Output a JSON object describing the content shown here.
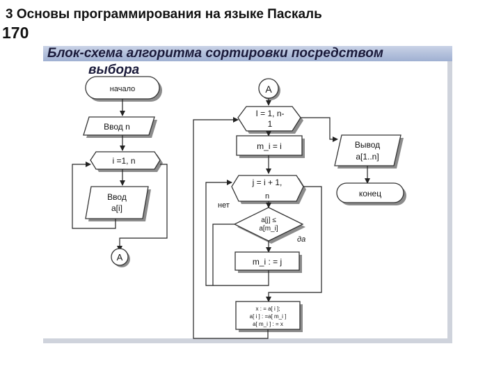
{
  "header": {
    "title": "3 Основы программирования на языке Паскаль",
    "page_number": "170"
  },
  "slide": {
    "title_line1": "Блок-схема алгоритма сортировки посредством",
    "title_line2": "выбора"
  },
  "flowchart": {
    "start": "начало",
    "input_n": "Ввод n",
    "loop_i": "i =1, n",
    "input_a_line1": "Ввод",
    "input_a_line2": "a[i]",
    "connector_out": "A",
    "connector_in": "A",
    "loop_I_line1": "I = 1, n-",
    "loop_I_line2": "1",
    "assign_m": "m_i = i",
    "loop_j_line1": "j = i + 1,",
    "loop_j_line2": "n",
    "cond_line1": "a[j] ≤",
    "cond_line2": "a[m_i]",
    "label_yes": "да",
    "label_no": "нет",
    "assign_m_j": "m_i : = j",
    "swap_line1": "x : = a[ i ];",
    "swap_line2": "a[ i ] : =a[ m_i ]",
    "swap_line3": "a[ m_i ] : = x",
    "output_line1": "Вывод",
    "output_line2": "a[1..n]",
    "end": "конец"
  }
}
